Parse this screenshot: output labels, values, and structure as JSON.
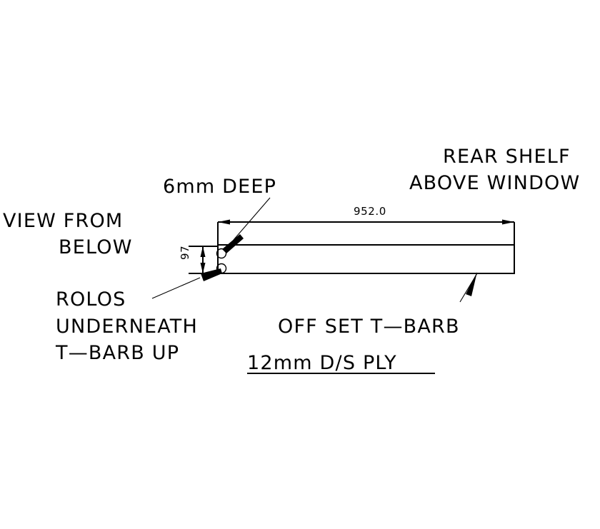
{
  "drawing": {
    "type": "cad-technical-drawing",
    "background_color": "#ffffff",
    "line_color": "#000000",
    "annotations": {
      "view_label_line1": "VIEW FROM",
      "view_label_line2": "BELOW",
      "callout_depth": "6mm  DEEP",
      "callout_rolos_line1": "ROLOS",
      "callout_rolos_line2": "UNDERNEATH",
      "callout_rolos_line3": "T—BARB  UP",
      "callout_shelf_line1": "REAR  SHELF",
      "callout_shelf_line2": "ABOVE  WINDOW",
      "callout_tbarb": "OFF SET  T—BARB",
      "callout_material": "12mm  D/S PLY"
    },
    "dimensions": {
      "length_label": "952.0",
      "width_label": "97"
    },
    "features": {
      "rolo_hole_count": 2,
      "panel_outline": "rectangle",
      "leader_arrows": 4
    }
  }
}
